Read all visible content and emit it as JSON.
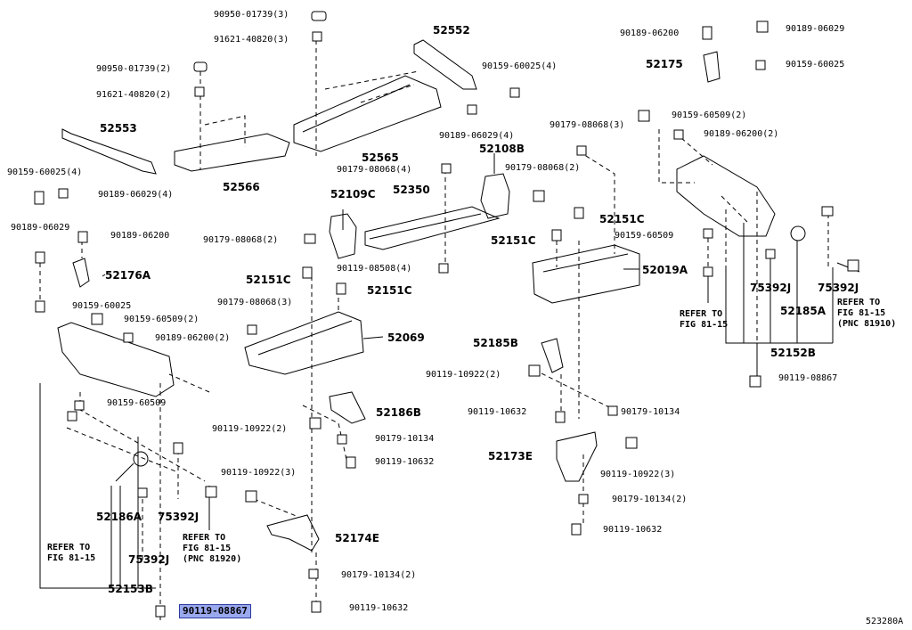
{
  "diagram_id": "523280A",
  "highlighted_part": "90119-08867",
  "parts": [
    {
      "label": "90950-01739(3)"
    },
    {
      "label": "91621-40820(3)"
    },
    {
      "label": "90950-01739(2)"
    },
    {
      "label": "91621-40820(2)"
    },
    {
      "label": "52552"
    },
    {
      "label": "90159-60025(4)"
    },
    {
      "label": "52553"
    },
    {
      "label": "90189-06029(4)"
    },
    {
      "label": "90159-60025(4)"
    },
    {
      "label": "90189-06029(4)"
    },
    {
      "label": "52565"
    },
    {
      "label": "52566"
    },
    {
      "label": "52108B"
    },
    {
      "label": "90179-08068(4)"
    },
    {
      "label": "90179-08068(3)"
    },
    {
      "label": "90179-08068(2)"
    },
    {
      "label": "52109C"
    },
    {
      "label": "52350"
    },
    {
      "label": "90179-08068(2)"
    },
    {
      "label": "52151C"
    },
    {
      "label": "52151C"
    },
    {
      "label": "90119-08508(4)"
    },
    {
      "label": "90189-06029"
    },
    {
      "label": "90189-06200"
    },
    {
      "label": "52176A"
    },
    {
      "label": "90159-60025"
    },
    {
      "label": "90159-60509(2)"
    },
    {
      "label": "90189-06200(2)"
    },
    {
      "label": "52151C"
    },
    {
      "label": "52151C"
    },
    {
      "label": "90179-08068(3)"
    },
    {
      "label": "52069"
    },
    {
      "label": "52019A"
    },
    {
      "label": "90189-06200"
    },
    {
      "label": "90189-06029"
    },
    {
      "label": "52175"
    },
    {
      "label": "90159-60025"
    },
    {
      "label": "90159-60509(2)"
    },
    {
      "label": "90189-06200(2)"
    },
    {
      "label": "90159-60509"
    },
    {
      "label": "75392J"
    },
    {
      "label": "75392J"
    },
    {
      "label": "52185A"
    },
    {
      "label": "52152B"
    },
    {
      "label": "90119-08867"
    },
    {
      "label": "52185B"
    },
    {
      "label": "90119-10922(2)"
    },
    {
      "label": "90119-10632"
    },
    {
      "label": "90179-10134"
    },
    {
      "label": "52173E"
    },
    {
      "label": "90119-10922(3)"
    },
    {
      "label": "90179-10134(2)"
    },
    {
      "label": "90119-10632"
    },
    {
      "label": "90159-60509"
    },
    {
      "label": "52186B"
    },
    {
      "label": "90119-10922(2)"
    },
    {
      "label": "90179-10134"
    },
    {
      "label": "90119-10632"
    },
    {
      "label": "90119-10922(3)"
    },
    {
      "label": "52174E"
    },
    {
      "label": "90179-10134(2)"
    },
    {
      "label": "90119-10632"
    },
    {
      "label": "52186A"
    },
    {
      "label": "75392J"
    },
    {
      "label": "75392J"
    },
    {
      "label": "52153B"
    }
  ],
  "notes": {
    "refer_right_1": "REFER TO\nFIG 81-15",
    "refer_right_2": "REFER TO\nFIG 81-15\n(PNC 81910)",
    "refer_left_1": "REFER TO\nFIG 81-15",
    "refer_left_2": "REFER TO\nFIG 81-15\n(PNC 81920)"
  }
}
